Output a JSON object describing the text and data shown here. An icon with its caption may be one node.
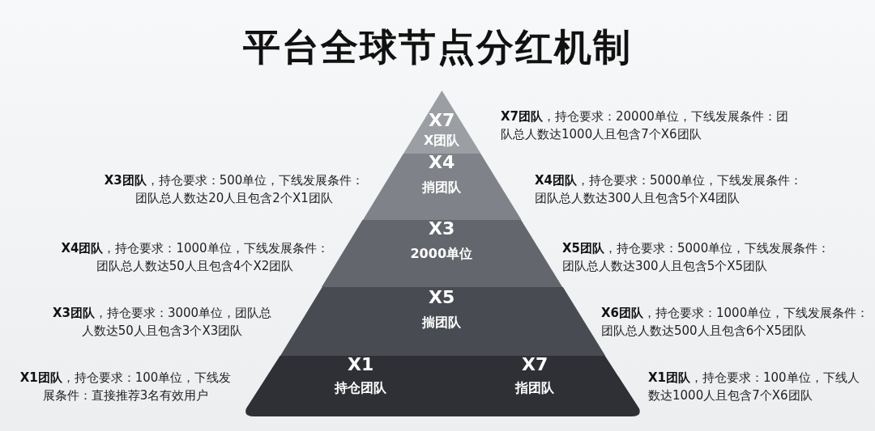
{
  "diagram": {
    "title": "平台全球节点分红机制",
    "nodes": [
      {
        "text": [
          "X7",
          "X团队"
        ],
        "beside": [
          "**X7团队**，持仓要求：20000单位，下线发展条件：团队总人数达1000人且包含7个X6团队"
        ]
      },
      {
        "text": [
          "X4",
          "捎团队"
        ],
        "beside": [
          "**X3团队**，持仓要求：500单位，下线发展条件：团队总人数达20人且包含2个X1团队",
          "**X4团队**，持仓要求：5000单位，下线发展条件：团队总人数达300人且包含5个X4团队"
        ]
      },
      {
        "text": [
          "X3",
          "2000单位"
        ],
        "beside": [
          "**X4团队**，持仓要求：1000单位，下线发展条件：团队总人数达50人且包含4个X2团队",
          "**X5团队**，持仓要求：5000单位，下线发展条件：团队总人数达300人且包含5个X5团队"
        ]
      },
      {
        "text": [
          "X5",
          "揣团队"
        ],
        "beside": [
          "**X3团队**，持仓要求：3000单位，团队总人数达50人且包含3个X3团队",
          "**X6团队**，持仓要求：1000单位，下线发展条件：团队总人数达500人且包含6个X5团队"
        ]
      },
      {
        "text": [
          "X1",
          "持仓团队",
          "X7",
          "指团队"
        ],
        "beside": [
          "**X1团队**，持仓要求：100单位，下线发展条件：直接推荐3名有效用户",
          "**X1团队**，持仓要求：100单位，下线人数达1000人且包含7个X6团队"
        ]
      }
    ]
  }
}
